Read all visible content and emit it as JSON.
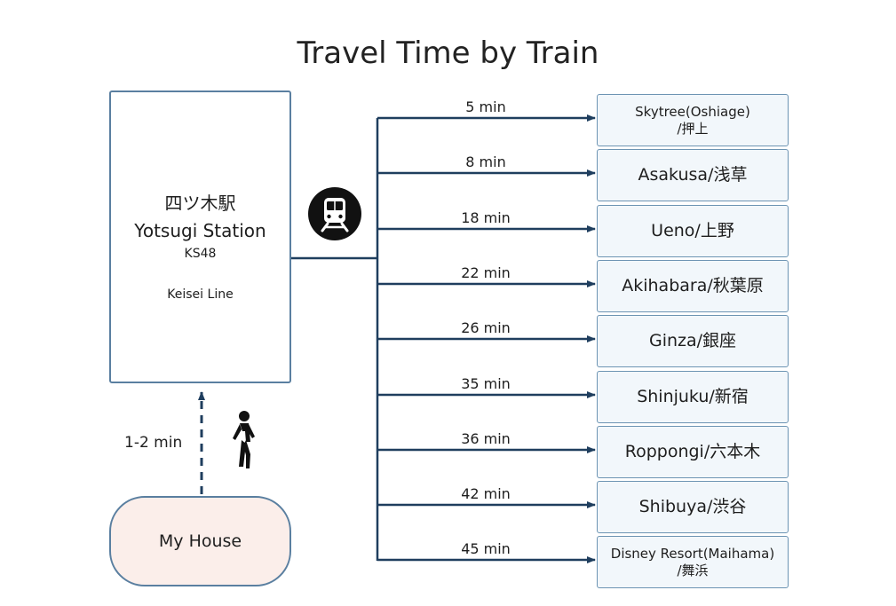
{
  "title": "Travel Time by Train",
  "origin": {
    "name_jp": "四ツ木駅",
    "name_en": "Yotsugi Station",
    "code": "KS48",
    "line": "Keisei Line"
  },
  "house": {
    "label": "My House"
  },
  "walk": {
    "time": "1-2 min"
  },
  "icons": {
    "train": "train-icon",
    "walker": "walking-person-icon"
  },
  "colors": {
    "line": "#1f3e5e",
    "box_border": "#5a7fa0",
    "house_fill": "#fbeeea",
    "dest_fill": "#f2f7fb"
  },
  "routes": [
    {
      "time": "5 min",
      "dest_line1": "Skytree(Oshiage)",
      "dest_line2": "/押上"
    },
    {
      "time": "8 min",
      "dest_line1": "Asakusa/浅草",
      "dest_line2": ""
    },
    {
      "time": "18 min",
      "dest_line1": "Ueno/上野",
      "dest_line2": ""
    },
    {
      "time": "22 min",
      "dest_line1": "Akihabara/秋葉原",
      "dest_line2": ""
    },
    {
      "time": "26 min",
      "dest_line1": "Ginza/銀座",
      "dest_line2": ""
    },
    {
      "time": "35 min",
      "dest_line1": "Shinjuku/新宿",
      "dest_line2": ""
    },
    {
      "time": "36 min",
      "dest_line1": "Roppongi/六本木",
      "dest_line2": ""
    },
    {
      "time": "42 min",
      "dest_line1": "Shibuya/渋谷",
      "dest_line2": ""
    },
    {
      "time": "45 min",
      "dest_line1": "Disney Resort(Maihama)",
      "dest_line2": "/舞浜"
    }
  ]
}
